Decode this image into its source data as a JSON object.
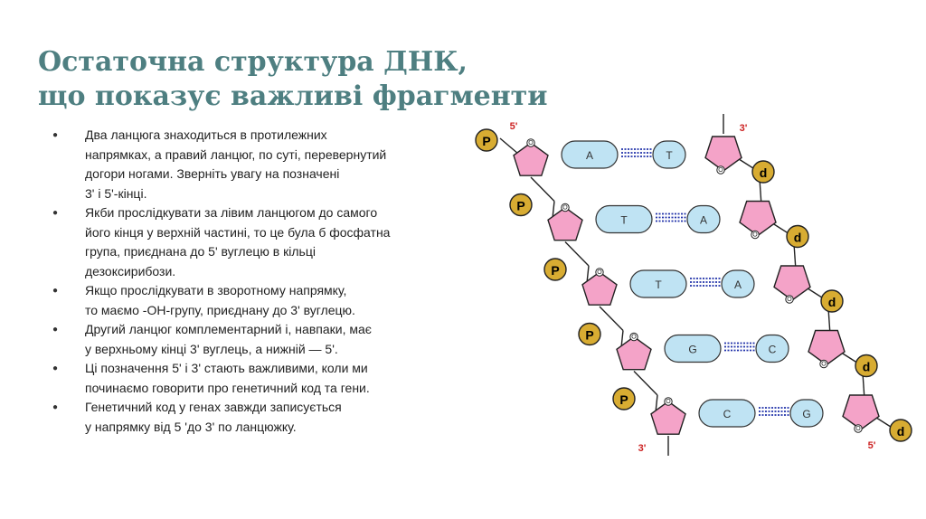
{
  "slide": {
    "title_lines": [
      "Остаточна структура ДНК,",
      "що показує важливі фрагменти"
    ],
    "bullets": [
      {
        "lines": [
          "Два ланцюга знаходиться в протилежних",
          "напрямках, а правий ланцюг, по суті, перевернутий",
          "догори ногами. Зверніть увагу на позначені",
          "3' і 5'-кінці."
        ]
      },
      {
        "lines": [
          "Якби прослідкувати за лівим ланцюгом до самого",
          "його кінця у верхній частині, то це була б фосфатна",
          "група, приєднана до 5' вуглецю в кільці",
          "дезоксирибози."
        ]
      },
      {
        "lines": [
          "Якщо прослідкувати в зворотному напрямку,",
          "то маємо -ОН-групу, приєднану до 3' вуглецю."
        ]
      },
      {
        "lines": [
          "Другий ланцюг комплементарний і, навпаки, має",
          "у верхньому кінці 3' вуглець, а нижній — 5'."
        ]
      },
      {
        "lines": [
          "Ці позначення 5' і 3' стають важливими, коли ми",
          "починаємо говорити про генетичний код та гени."
        ]
      },
      {
        "lines": [
          "Генетичний код у генах завжди записується",
          "у напрямку від 5 'до 3' по ланцюжку."
        ]
      }
    ]
  },
  "diagram": {
    "phosphate_label": "P",
    "deoxy_label": "d",
    "oxygen_label": "O",
    "end_labels": {
      "left_top": "5'",
      "right_top": "3'",
      "left_bottom": "3'",
      "right_bottom": "5'"
    },
    "pairs": [
      {
        "left": "A",
        "right": "T"
      },
      {
        "left": "T",
        "right": "A"
      },
      {
        "left": "T",
        "right": "A"
      },
      {
        "left": "G",
        "right": "C"
      },
      {
        "left": "C",
        "right": "G"
      }
    ],
    "colors": {
      "sugar": "#f4a3c8",
      "base": "#bfe3f3",
      "phosphate": "#d8ac32",
      "hbond": "#2233aa",
      "end_label": "#cc2222",
      "title": "#4e7f81"
    }
  }
}
